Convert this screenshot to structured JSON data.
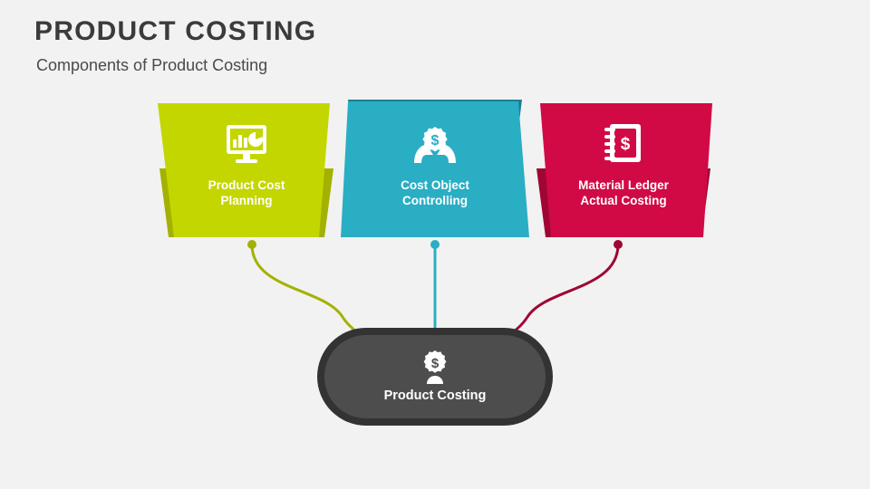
{
  "slide": {
    "title": "PRODUCT COSTING",
    "subtitle": "Components of Product Costing",
    "background_color": "#f2f2f2",
    "title_color": "#3b3b3b"
  },
  "diagram": {
    "type": "hub-and-spoke",
    "hub": {
      "label": "Product Costing",
      "icon": "gear-dollar-icon",
      "fill_color": "#4d4d4d",
      "border_color": "#333333",
      "text_color": "#ffffff"
    },
    "components": [
      {
        "label": "Product Cost Planning",
        "label_line1": "Product Cost",
        "label_line2": "Planning",
        "icon": "monitor-chart-icon",
        "fill_color": "#c4d600",
        "shadow_color": "#a3b200",
        "connector_color": "#a3b200"
      },
      {
        "label": "Cost Object Controlling",
        "label_line1": "Cost Object",
        "label_line2": "Controlling",
        "icon": "hands-dollar-gear-icon",
        "fill_color": "#29aec4",
        "shadow_color": "#1b7f93",
        "connector_color": "#29aec4"
      },
      {
        "label": "Material Ledger Actual Costing",
        "label_line1": "Material Ledger",
        "label_line2": "Actual Costing",
        "icon": "ledger-book-dollar-icon",
        "fill_color": "#d10a45",
        "shadow_color": "#a00634",
        "connector_color": "#a00634"
      }
    ]
  }
}
